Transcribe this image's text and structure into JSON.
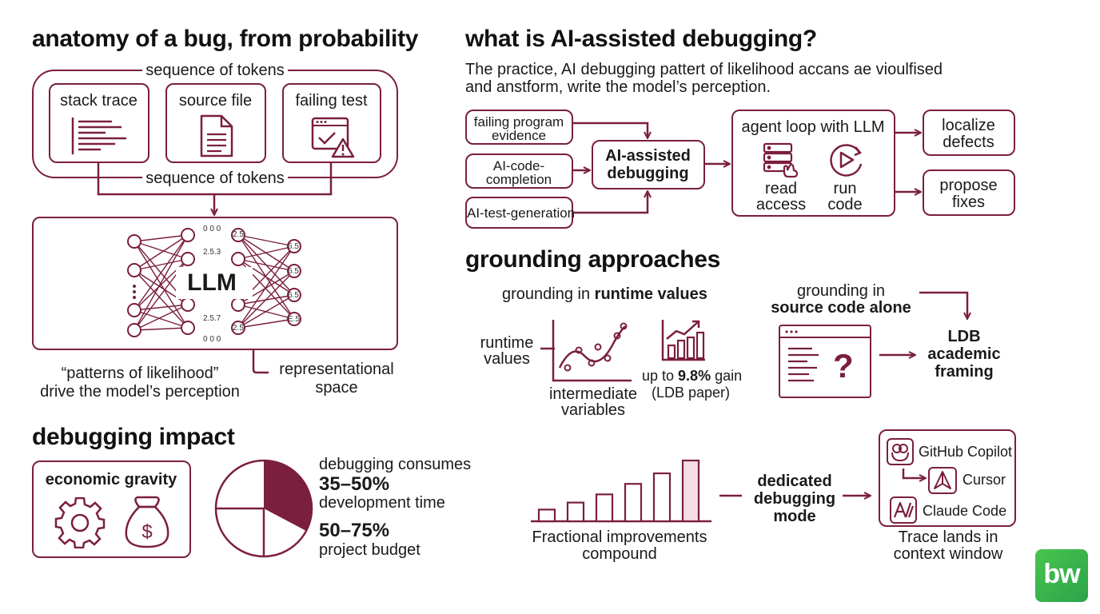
{
  "anatomy": {
    "title": "anatomy of a bug, from probability",
    "tokens_top": "sequence of tokens",
    "tokens_bottom": "sequence of tokens",
    "inputs": [
      "stack trace",
      "source file",
      "failing test"
    ],
    "llm_label": "LLM",
    "net_numbers": [
      "0 0 0",
      "2.5.3",
      "2.5.7",
      "0 0 0",
      "2.5",
      "2.5",
      "6.5",
      "6.5",
      "6.5",
      "E.5"
    ],
    "patterns_line1": "“patterns of likelihood”",
    "patterns_line2": "drive the model’s perception",
    "representational_line1": "representational",
    "representational_line2": "space"
  },
  "what_is": {
    "title": "what is AI-assisted debugging?",
    "desc_line1": "The practice, AI debugging pattert of likelihood accans ae vioulfised",
    "desc_line2": "and anstform, write the model’s perception.",
    "sources": [
      {
        "line1": "failing program",
        "line2": "evidence"
      },
      {
        "line1": "AI-code-",
        "line2": "completion"
      },
      {
        "line1": "AI-test-generation",
        "line2": ""
      }
    ],
    "center_line1": "AI-assisted",
    "center_line2": "debugging",
    "agent_title": "agent loop with LLM",
    "read_access_line1": "read",
    "read_access_line2": "access",
    "run_code_line1": "run",
    "run_code_line2": "code",
    "outputs": [
      {
        "line1": "localize",
        "line2": "defects"
      },
      {
        "line1": "propose",
        "line2": "fixes"
      }
    ]
  },
  "grounding": {
    "title": "grounding approaches",
    "runtime_heading_prefix": "grounding in ",
    "runtime_heading_bold": "runtime values",
    "runtime_values_line1": "runtime",
    "runtime_values_line2": "values",
    "intermediate_line1": "intermediate",
    "intermediate_line2": "variables",
    "gain_prefix": "up to ",
    "gain_bold": "9.8%",
    "gain_suffix": " gain",
    "gain_source": "(LDB paper)",
    "source_heading_line1": "grounding in",
    "source_heading_line2": "source code alone",
    "question_mark": "?",
    "ldb_line1": "LDB",
    "ldb_line2": "academic",
    "ldb_line3": "framing"
  },
  "impact": {
    "title": "debugging impact",
    "economic_label": "economic gravity",
    "consumes_label": "debugging consumes",
    "dev_pct": "35–50%",
    "dev_label": "development time",
    "budget_pct": "50–75%",
    "budget_label": "project budget"
  },
  "improvements": {
    "caption_line1": "Fractional improvements",
    "caption_line2": "compound",
    "bar_values": [
      1,
      1.6,
      2.3,
      3.2,
      4.1,
      5.2
    ],
    "mode_line1": "dedicated",
    "mode_line2": "debugging",
    "mode_line3": "mode",
    "tools": [
      "GitHub Copilot",
      "Cursor",
      "Claude Code"
    ],
    "trace_line1": "Trace lands in",
    "trace_line2": "context window"
  },
  "logo": {
    "text": "bw"
  },
  "colors": {
    "accent": "#7a1f3d",
    "accent_light": "#f4dde3",
    "logo_green": "#3cb54a"
  }
}
